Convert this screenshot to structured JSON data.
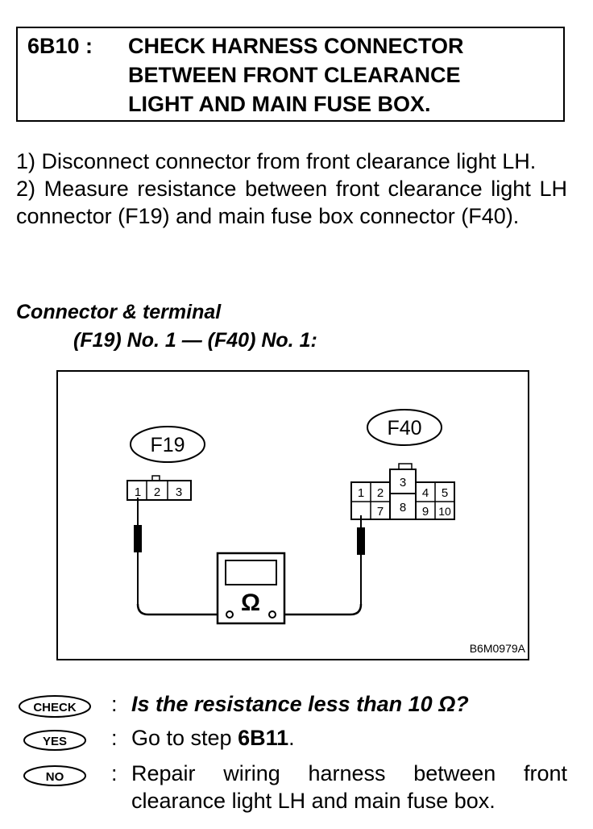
{
  "header": {
    "code": "6B10 :",
    "title_lines": [
      "CHECK HARNESS CONNECTOR",
      "BETWEEN FRONT CLEARANCE",
      "LIGHT AND MAIN FUSE BOX."
    ]
  },
  "steps": [
    "1)  Disconnect connector from front clearance light LH.",
    "2) Measure resistance between front clearance light LH connector (F19) and main fuse box connector (F40)."
  ],
  "spec": {
    "heading": "Connector & terminal",
    "value": "(F19) No. 1 — (F40) No. 1:"
  },
  "figure": {
    "f19_label": "F19",
    "f40_label": "F40",
    "f19_terminals": [
      "1",
      "2",
      "3"
    ],
    "f40_terminals": [
      "1",
      "2",
      "3",
      "4",
      "5",
      "7",
      "8",
      "9",
      "10"
    ],
    "meter_symbol": "Ω",
    "figure_id": "B6M0979A"
  },
  "answers": {
    "check_badge": "CHECK",
    "yes_badge": "YES",
    "no_badge": "NO",
    "colon": ":",
    "question": "Is the resistance less than 10 Ω?",
    "yes_prefix": "Go to step ",
    "yes_ref": "6B11",
    "yes_suffix": ".",
    "no_lines": [
      "Repair wiring harness between front",
      "clearance light LH and main fuse box."
    ]
  }
}
